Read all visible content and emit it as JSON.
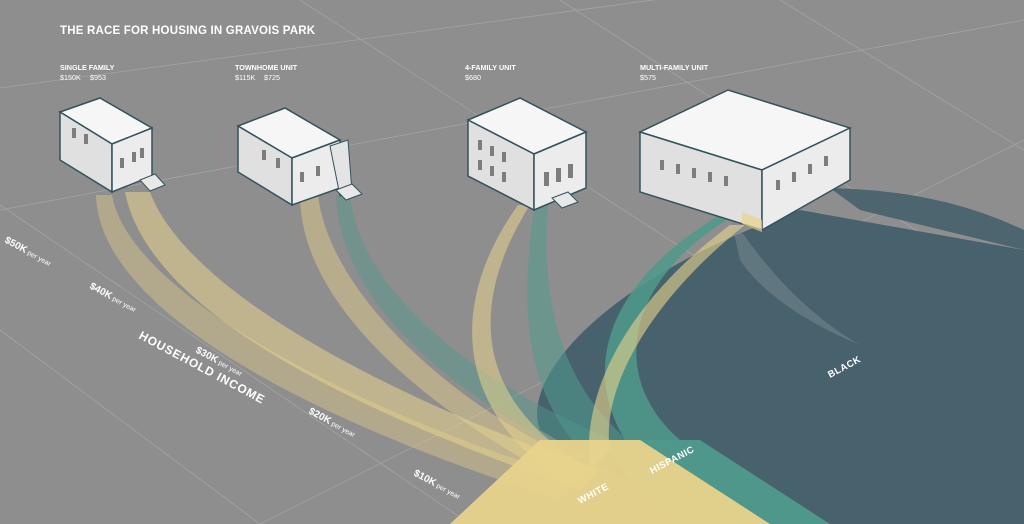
{
  "title": "THE RACE FOR HOUSING IN GRAVOIS PARK",
  "buildings": [
    {
      "name": "SINGLE FAMILY",
      "price_1": "$150K",
      "price_2": "$953"
    },
    {
      "name": "TOWNHOME UNIT",
      "price_1": "$115K",
      "price_2": "$725"
    },
    {
      "name": "4-FAMILY UNIT",
      "price_1": "$680",
      "price_2": ""
    },
    {
      "name": "MULTI-FAMILY UNIT",
      "price_1": "$575",
      "price_2": ""
    }
  ],
  "income_axis": {
    "title": "HOUSEHOLD INCOME",
    "ticks": [
      {
        "value": "$50K",
        "unit": "per year"
      },
      {
        "value": "$40K",
        "unit": "per year"
      },
      {
        "value": "$30K",
        "unit": "per year"
      },
      {
        "value": "$20K",
        "unit": "per year"
      },
      {
        "value": "$10K",
        "unit": "per year"
      }
    ]
  },
  "groups": [
    {
      "name": "WHITE",
      "color": "#e8d38c"
    },
    {
      "name": "HISPANIC",
      "color": "#4f9a8c"
    },
    {
      "name": "BLACK",
      "color": "#45606c"
    }
  ],
  "colors": {
    "background": "#8e8e8e",
    "building": "#f4f4f4",
    "building_outline": "#34525c"
  }
}
